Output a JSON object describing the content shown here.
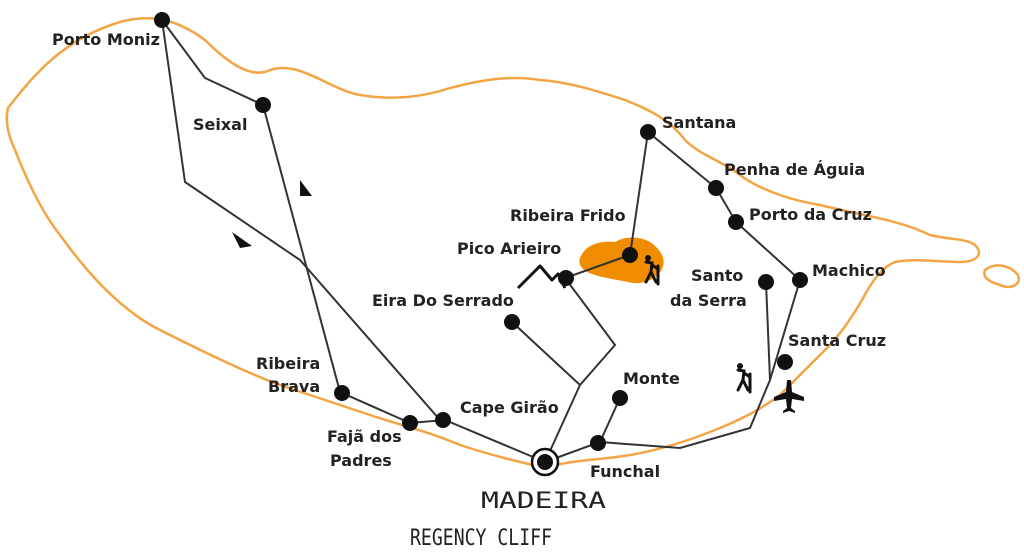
{
  "colors": {
    "coast": "#f3a445",
    "lake": "#f08c00",
    "route": "#333333",
    "marker": "#111111"
  },
  "places": {
    "porto_moniz": "Porto Moniz",
    "seixal": "Seixal",
    "santana": "Santana",
    "penha_de_aguia": "Penha de Águia",
    "porto_da_cruz": "Porto da Cruz",
    "ribeira_frido": "Ribeira Frido",
    "pico_arieiro": "Pico Arieiro",
    "santo_line1": "Santo",
    "santo_line2": "da Serra",
    "machico": "Machico",
    "eira_do_serrado": "Eira Do Serrado",
    "santa_cruz": "Santa Cruz",
    "ribeira_brava_line1": "Ribeira",
    "ribeira_brava_line2": "Brava",
    "monte": "Monte",
    "cape_girao": "Cape Girão",
    "faja_line1": "Fajã dos",
    "faja_line2": "Padres",
    "funchal": "Funchal"
  },
  "hotel": {
    "line1": "MADEIRA",
    "line2": "REGENCY CLIFF"
  },
  "icons": [
    "hiker-icon",
    "airplane-icon",
    "mountain-icon",
    "direction-arrow-icon",
    "hotel-marker-icon"
  ]
}
